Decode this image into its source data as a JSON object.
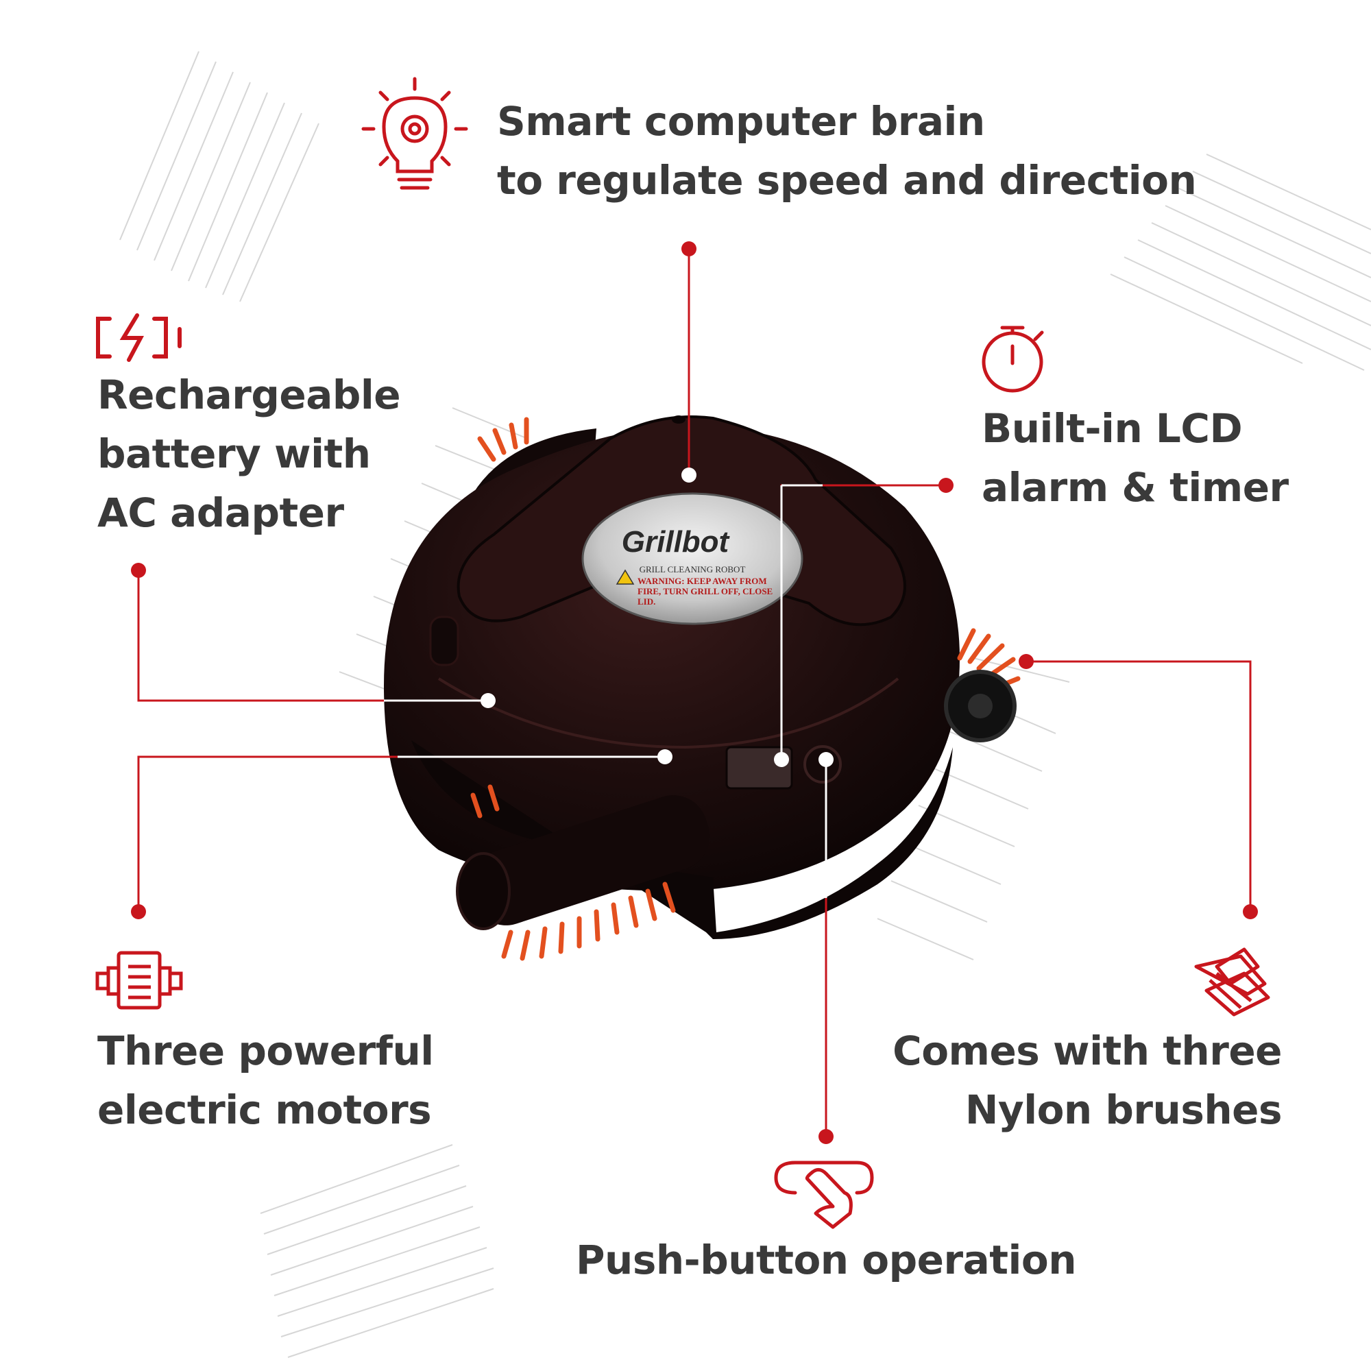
{
  "colors": {
    "accent": "#c8161d",
    "text": "#3a3a3a",
    "robot_body": "#1e0d0d",
    "brush": "#e3501f",
    "hatch": "#d4d4d4"
  },
  "features": {
    "brain": {
      "icon": "lightbulb-gear-icon",
      "line1": "Smart computer brain",
      "line2": "to regulate speed and direction"
    },
    "battery": {
      "icon": "battery-charging-icon",
      "line1": "Rechargeable",
      "line2": "battery with",
      "line3": "AC adapter"
    },
    "lcd": {
      "icon": "stopwatch-icon",
      "line1": "Built-in LCD",
      "line2": "alarm & timer"
    },
    "motors": {
      "icon": "motor-icon",
      "line1": "Three powerful",
      "line2": "electric motors"
    },
    "brushes": {
      "icon": "brush-icon",
      "line1": "Comes with three",
      "line2": "Nylon brushes"
    },
    "button": {
      "icon": "push-button-hand-icon",
      "line1": "Push-button operation"
    }
  },
  "product": {
    "badge_brand": "Grillbot",
    "badge_sub": "GRILL CLEANING ROBOT",
    "warning_line1": "WARNING: KEEP AWAY FROM",
    "warning_line2": "FIRE, TURN GRILL OFF, CLOSE",
    "warning_line3": "LID."
  }
}
